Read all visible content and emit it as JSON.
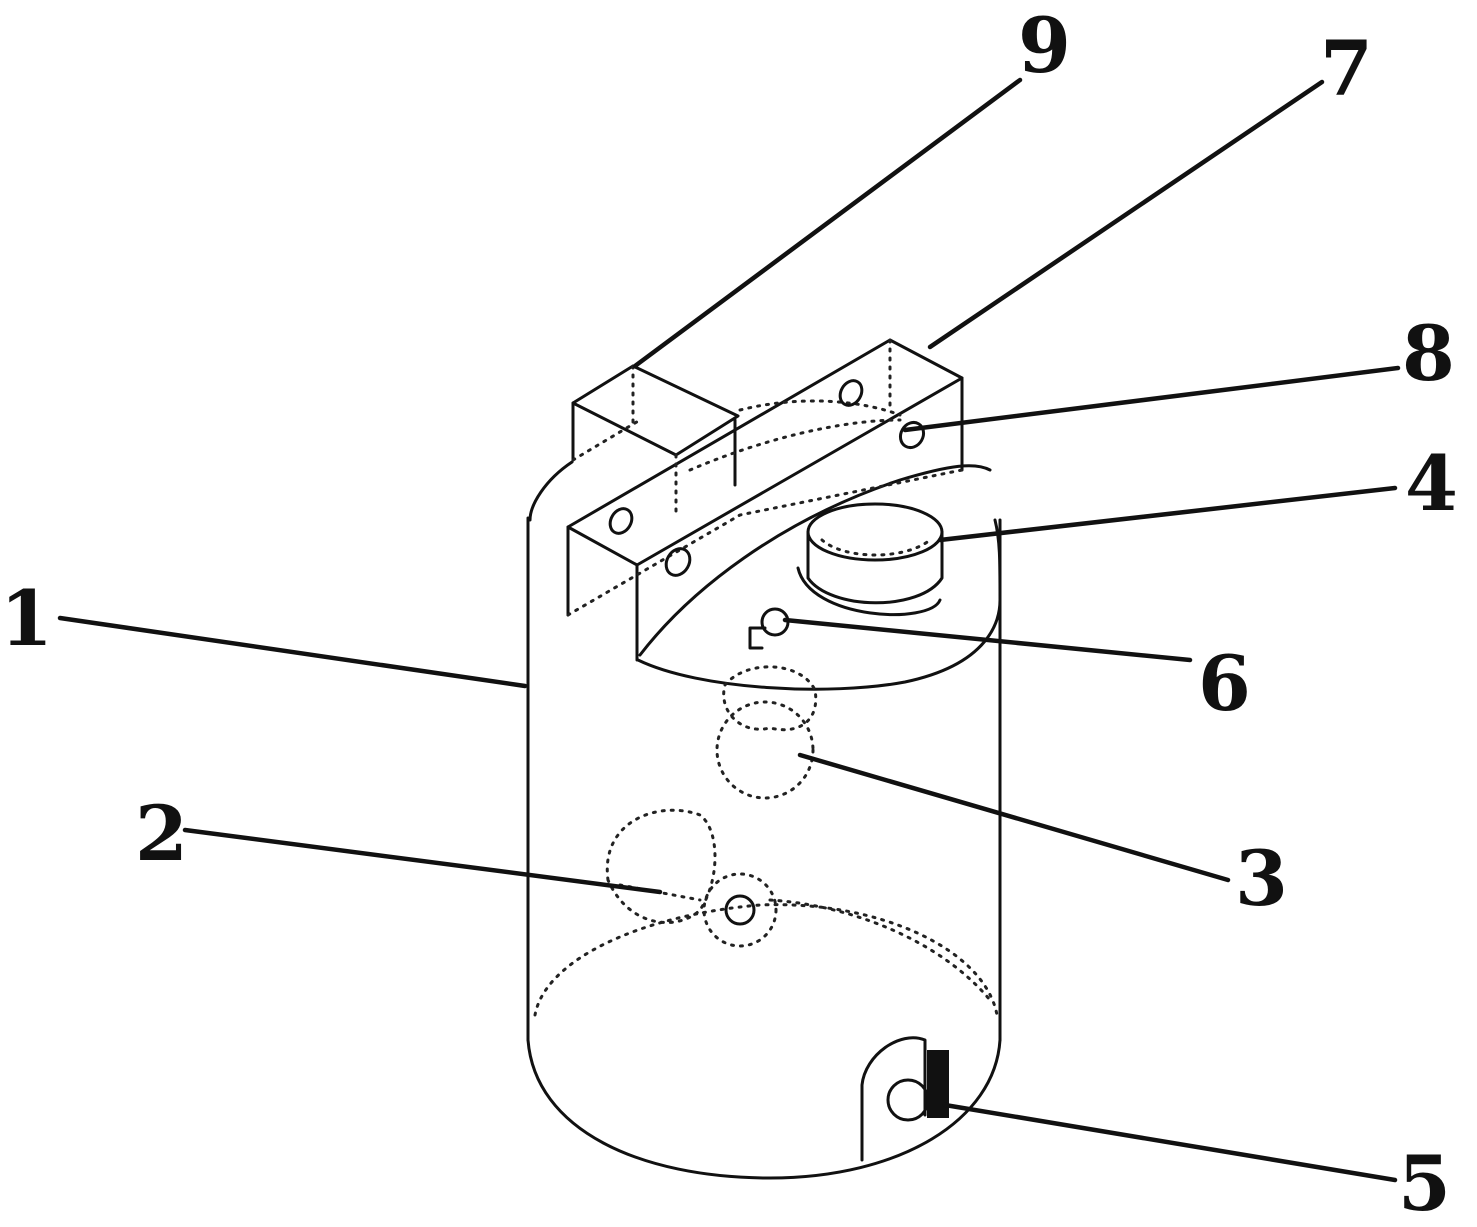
{
  "figure": {
    "callouts": [
      {
        "id": "1",
        "text": "1"
      },
      {
        "id": "2",
        "text": "2"
      },
      {
        "id": "3",
        "text": "3"
      },
      {
        "id": "4",
        "text": "4"
      },
      {
        "id": "5",
        "text": "5"
      },
      {
        "id": "6",
        "text": "6"
      },
      {
        "id": "7",
        "text": "7"
      },
      {
        "id": "8",
        "text": "8"
      },
      {
        "id": "9",
        "text": "9"
      }
    ],
    "colors": {
      "line": "#111111",
      "background": "#ffffff"
    }
  }
}
